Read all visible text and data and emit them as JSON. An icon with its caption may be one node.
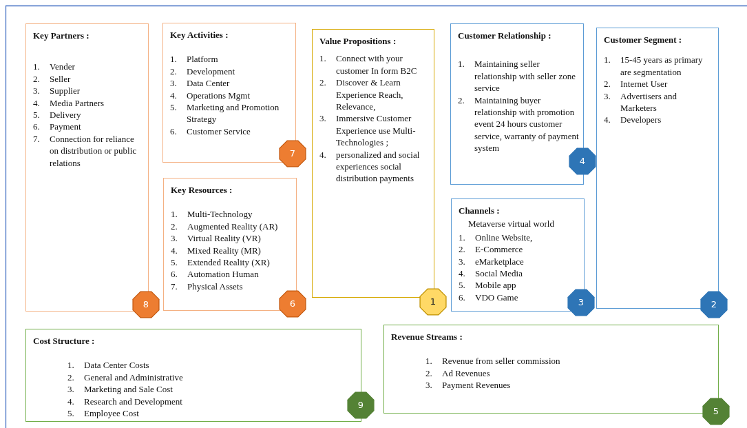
{
  "diagram": {
    "nodes": [
      {
        "text": [
          "Key Partners :",
          "1. Vender",
          "2. Seller",
          "3. Supplier",
          "4. Media Partners",
          "5. Delivery",
          "6. Payment",
          "7. Connection for reliance on distribution or public relations"
        ]
      },
      {
        "text": [
          "8"
        ]
      },
      {
        "text": [
          "Key Activities :",
          "1. Platform",
          "2. Development",
          "3. Data Center",
          "4. Operations Mgmt",
          "5. Marketing and Promotion Strategy",
          "6. Customer Service"
        ]
      },
      {
        "text": [
          "7"
        ]
      },
      {
        "text": [
          "Key Resources :",
          "1. Multi-Technology",
          "2. Augmented Reality (AR)",
          "3. Virtual Reality (VR)",
          "4. Mixed Reality (MR)",
          "5. Extended Reality (XR)",
          "6. Automation Human",
          "7. Physical Assets"
        ]
      },
      {
        "text": [
          "6"
        ]
      },
      {
        "text": [
          "Value Propositions :",
          "1. Connect with your customer In form B2C",
          "2. Discover & Learn Experience Reach, Relevance,",
          "3. Immersive Customer Experience use Multi-Technologies ;",
          "4. personalized and social experiences social distribution payments"
        ]
      },
      {
        "text": [
          "1"
        ]
      },
      {
        "text": [
          "Customer Relationship :",
          "1. Maintaining seller relationship with seller zone service",
          "2. Maintaining buyer relationship with promotion event 24 hours customer service, warranty of payment system"
        ]
      },
      {
        "text": [
          "4"
        ]
      },
      {
        "text": [
          "Channels :",
          "Metaverse virtual world",
          "1. Online Website,",
          "2. E-Commerce",
          "3. eMarketplace",
          "4. Social Media",
          "5. Mobile app",
          "6. VDO Game"
        ]
      },
      {
        "text": [
          "3"
        ]
      },
      {
        "text": [
          "Customer Segment :",
          "1. 15-45 years as primary are segmentation",
          "2. Internet User",
          "3. Advertisers and Marketers",
          "4. Developers"
        ]
      },
      {
        "text": [
          "2"
        ]
      },
      {
        "text": [
          "Cost Structure :",
          "1. Data Center Costs",
          "2. General and Administrative",
          "3. Marketing and Sale Cost",
          "4. Research and Development",
          "5. Employee Cost"
        ]
      },
      {
        "text": [
          "9"
        ]
      },
      {
        "text": [
          "Revenue Streams :",
          "1. Revenue from seller commission",
          "2. Ad Revenues",
          "3. Payment Revenues"
        ]
      },
      {
        "text": [
          "5"
        ]
      }
    ]
  }
}
